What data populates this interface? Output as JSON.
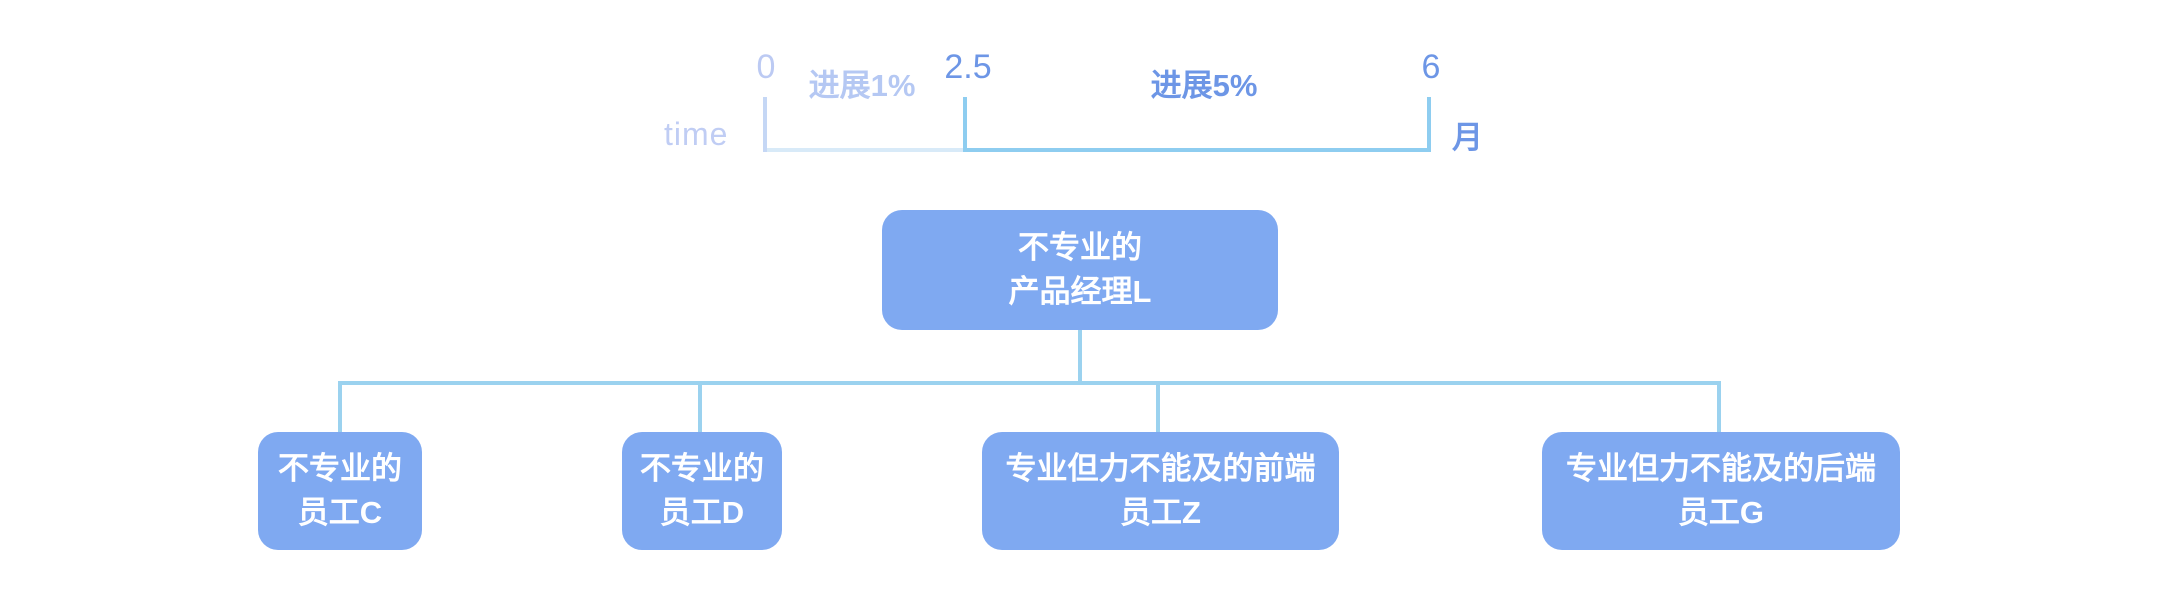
{
  "timeline": {
    "time_label": "time",
    "unit_label": "月",
    "tick_labels": [
      "0",
      "2.5",
      "6"
    ],
    "segment_labels": [
      "进展1%",
      "进展5%"
    ]
  },
  "org_chart": {
    "root": {
      "line1": "不专业的",
      "line2": "产品经理L"
    },
    "children": [
      {
        "line1": "不专业的",
        "line2": "员工C"
      },
      {
        "line1": "不专业的",
        "line2": "员工D"
      },
      {
        "line1": "专业但力不能及的前端",
        "line2": "员工Z"
      },
      {
        "line1": "专业但力不能及的后端",
        "line2": "员工G"
      }
    ]
  },
  "colors": {
    "node_fill": "#7fa9f1",
    "node_text": "#ffffff",
    "connector": "#9bd2ef",
    "axis_strong": "#8ecdf0",
    "axis_faint": "#d8eaf8",
    "label_strong": "#6d96e6",
    "label_faint": "#bccaf3"
  }
}
